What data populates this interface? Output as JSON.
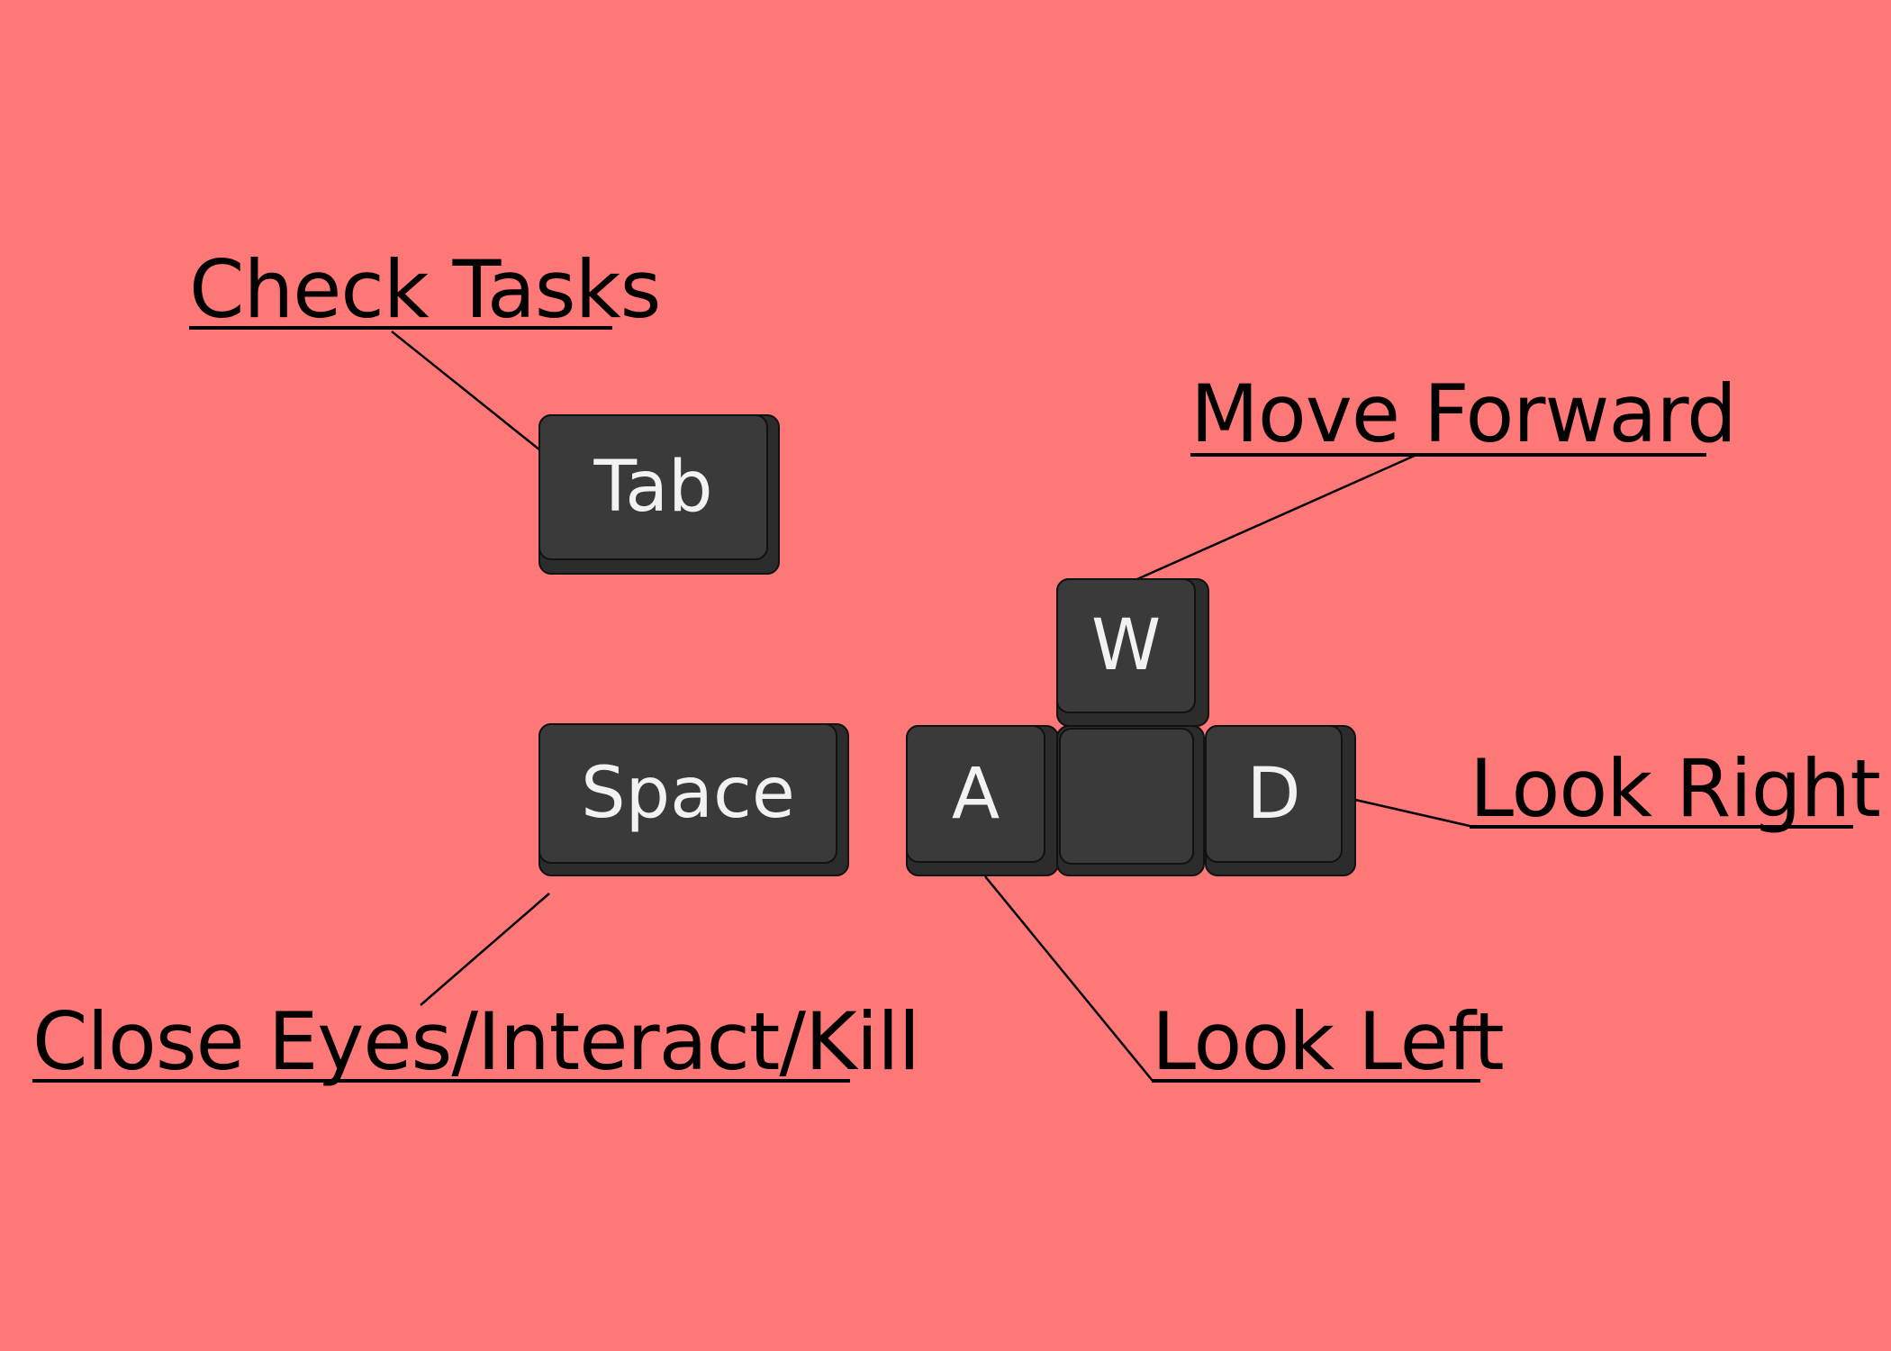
{
  "keys": {
    "tab": "Tab",
    "space": "Space",
    "w": "W",
    "a": "A",
    "s": "",
    "d": "D"
  },
  "labels": {
    "check_tasks": "Check Tasks",
    "move_forward": "Move Forward",
    "look_right": "Look Right",
    "look_left": "Look Left",
    "close_eyes": "Close Eyes/Interact/Kill"
  },
  "colors": {
    "background": "#ff7878",
    "key_cap": "#3a3a3a",
    "key_text": "#f2f2f2",
    "label_text": "#000000"
  }
}
